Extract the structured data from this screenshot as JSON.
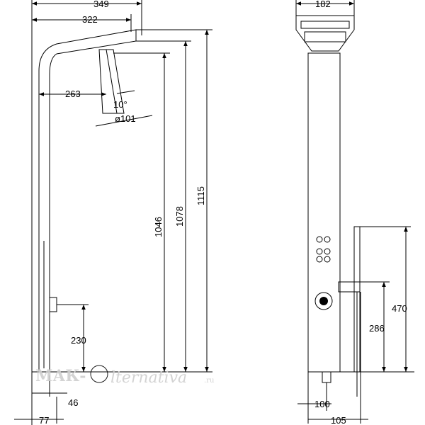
{
  "side_view": {
    "dim_349": "349",
    "dim_322": "322",
    "dim_263": "263",
    "dim_10deg": "10°",
    "dim_101": "ø101",
    "dim_1115": "1115",
    "dim_1078": "1078",
    "dim_1046": "1046",
    "dim_230": "230",
    "dim_46": "46",
    "dim_77": "77"
  },
  "front_view": {
    "dim_182": "182",
    "dim_470": "470",
    "dim_286": "286",
    "dim_100": "100",
    "dim_105": "105"
  },
  "watermark": {
    "part1": "МАК-",
    "part2": "lternativa",
    "suffix": ".ru"
  }
}
